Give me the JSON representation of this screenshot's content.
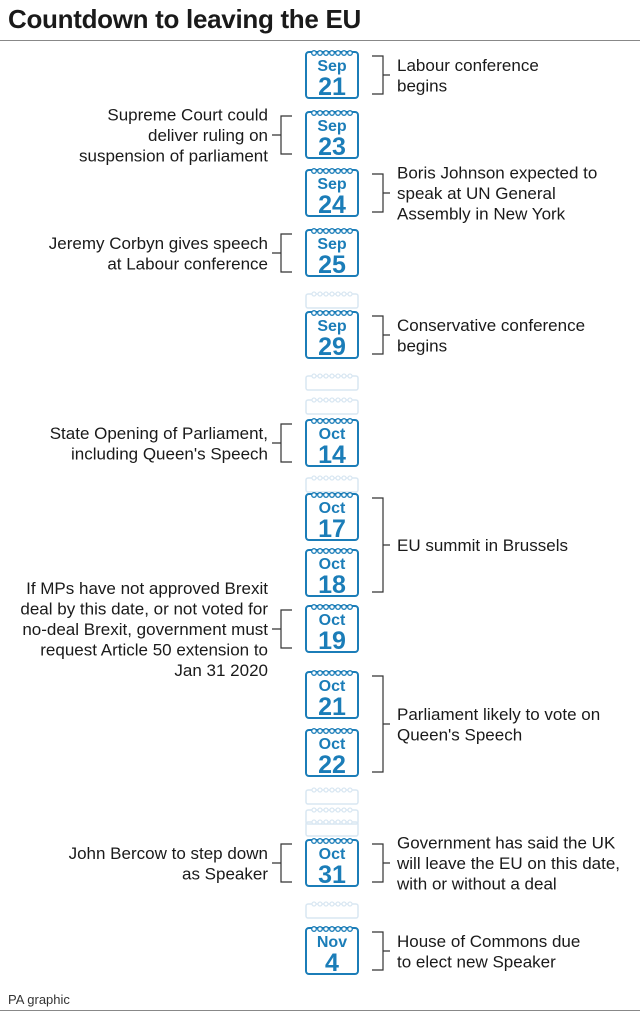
{
  "title": "Countdown to leaving the EU",
  "footer": "PA graphic",
  "colors": {
    "accent": "#1b7db8",
    "faint": "#d9e7f2",
    "text": "#1a1a1a",
    "bracket": "#333333"
  },
  "dates": [
    {
      "month": "Sep",
      "day": "21"
    },
    {
      "month": "Sep",
      "day": "23"
    },
    {
      "month": "Sep",
      "day": "24"
    },
    {
      "month": "Sep",
      "day": "25"
    },
    {
      "month": "Sep",
      "day": "29"
    },
    {
      "month": "Oct",
      "day": "14"
    },
    {
      "month": "Oct",
      "day": "17"
    },
    {
      "month": "Oct",
      "day": "18"
    },
    {
      "month": "Oct",
      "day": "19"
    },
    {
      "month": "Oct",
      "day": "21"
    },
    {
      "month": "Oct",
      "day": "22"
    },
    {
      "month": "Oct",
      "day": "31"
    },
    {
      "month": "Nov",
      "day": "4"
    }
  ],
  "events": [
    {
      "side": "right",
      "dates": [
        "Sep 21"
      ],
      "lines": [
        "Labour conference",
        "begins"
      ]
    },
    {
      "side": "left",
      "dates": [
        "Sep 23"
      ],
      "lines": [
        "Supreme Court could",
        "deliver ruling on",
        "suspension of parliament"
      ]
    },
    {
      "side": "right",
      "dates": [
        "Sep 24"
      ],
      "lines": [
        "Boris Johnson expected to",
        "speak at UN General",
        "Assembly in New York"
      ]
    },
    {
      "side": "left",
      "dates": [
        "Sep 25"
      ],
      "lines": [
        "Jeremy Corbyn gives speech",
        "at Labour conference"
      ]
    },
    {
      "side": "right",
      "dates": [
        "Sep 29"
      ],
      "lines": [
        "Conservative conference",
        "begins"
      ]
    },
    {
      "side": "left",
      "dates": [
        "Oct 14"
      ],
      "lines": [
        "State Opening of Parliament,",
        "including Queen's Speech"
      ]
    },
    {
      "side": "right",
      "dates": [
        "Oct 17",
        "Oct 18"
      ],
      "lines": [
        "EU summit in Brussels"
      ]
    },
    {
      "side": "left",
      "dates": [
        "Oct 19"
      ],
      "lines": [
        "If MPs have not approved Brexit",
        "deal by this date, or not voted for",
        "no-deal Brexit, government must",
        "request Article 50 extension to",
        "Jan 31 2020"
      ]
    },
    {
      "side": "right",
      "dates": [
        "Oct 21",
        "Oct 22"
      ],
      "lines": [
        "Parliament likely to vote on",
        "Queen's Speech"
      ]
    },
    {
      "side": "left",
      "dates": [
        "Oct 31"
      ],
      "lines": [
        "John Bercow to step down",
        "as Speaker"
      ]
    },
    {
      "side": "right",
      "dates": [
        "Oct 31"
      ],
      "lines": [
        "Government has said the UK",
        "will leave the EU on this date,",
        "with or without a deal"
      ]
    },
    {
      "side": "right",
      "dates": [
        "Nov 4"
      ],
      "lines": [
        "House of Commons due",
        "to elect new Speaker"
      ]
    }
  ]
}
